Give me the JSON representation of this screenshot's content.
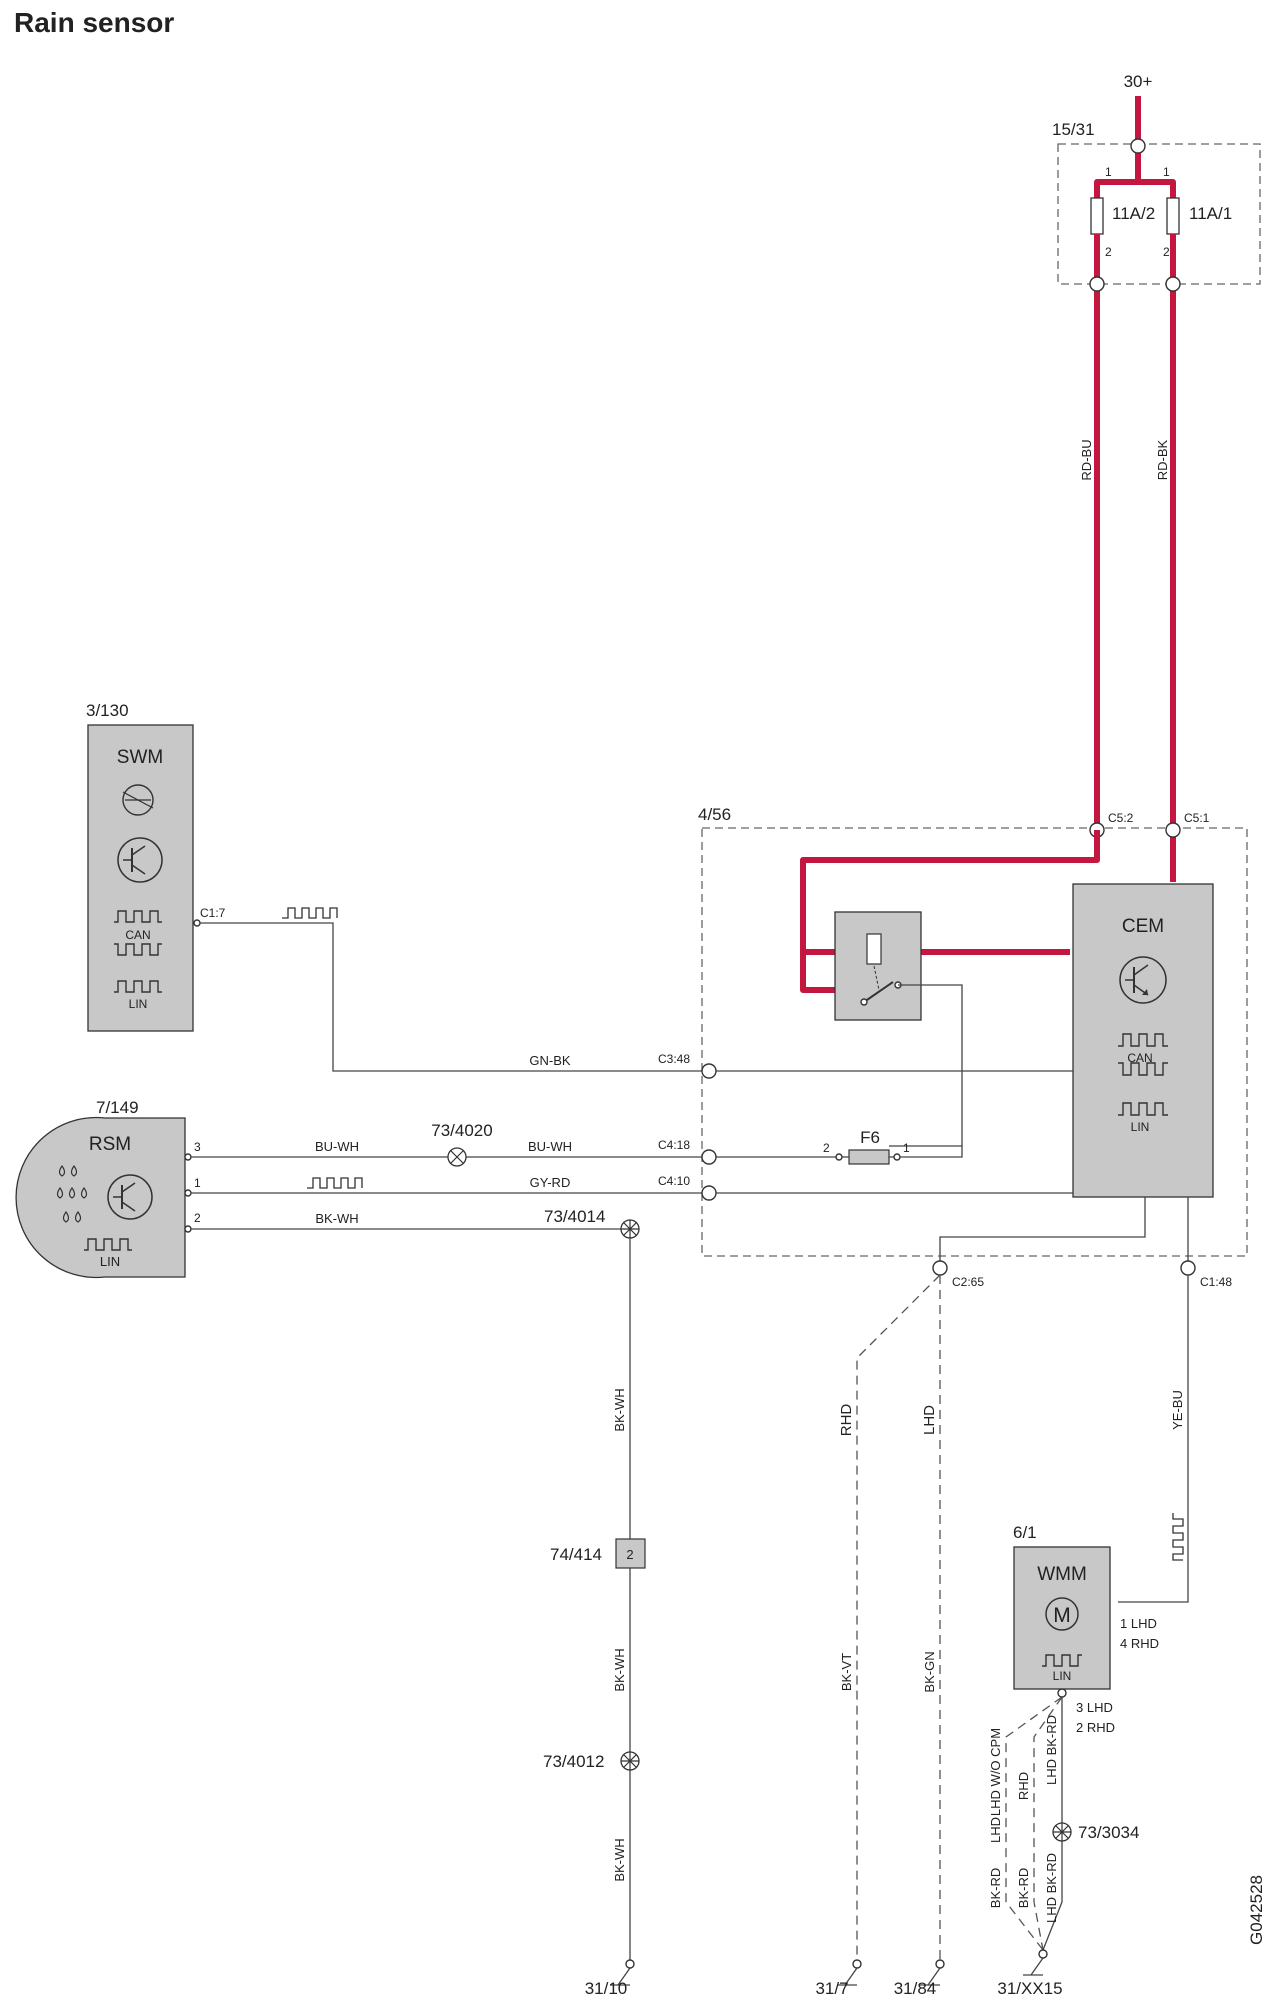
{
  "title": "Rain sensor",
  "image_id": "G042528",
  "supply": {
    "label": "30+"
  },
  "fuse_box": {
    "label": "15/31",
    "fuse_a": "11A/2",
    "fuse_b": "11A/1",
    "pin_in": "1",
    "pin_out": "2"
  },
  "power_wires": {
    "left": "RD-BU",
    "right": "RD-BK"
  },
  "swm": {
    "ref": "3/130",
    "name": "SWM",
    "can": "CAN",
    "lin": "LIN",
    "pin": "C1:7"
  },
  "rsm": {
    "ref": "7/149",
    "name": "RSM",
    "lin": "LIN",
    "pin3": "3",
    "pin1": "1",
    "pin2": "2"
  },
  "cem_box": {
    "ref": "4/56"
  },
  "cem": {
    "name": "CEM",
    "can": "CAN",
    "lin": "LIN",
    "pins": {
      "c5_2": "C5:2",
      "c5_1": "C5:1",
      "c3_48": "C3:48",
      "c4_18": "C4:18",
      "c4_10": "C4:10",
      "c2_65": "C2:65",
      "c1_48": "C1:48"
    }
  },
  "fuse_f6": {
    "name": "F6",
    "pin_left": "2",
    "pin_right": "1"
  },
  "wires": {
    "gn_bk": "GN-BK",
    "bu_wh_1": "BU-WH",
    "bu_wh_2": "BU-WH",
    "gy_rd": "GY-RD",
    "bk_wh_top": "BK-WH",
    "bk_wh_v1": "BK-WH",
    "bk_wh_v2": "BK-WH",
    "bk_wh_v3": "BK-WH",
    "rhd": "RHD",
    "lhd": "LHD",
    "bk_vt": "BK-VT",
    "bk_gn": "BK-GN",
    "ye_bu": "YE-BU"
  },
  "splices": {
    "s4020": "73/4020",
    "s4014": "73/4014",
    "s4012": "73/4012",
    "s3034": "73/3034"
  },
  "connector": {
    "ref": "74/414",
    "pin": "2"
  },
  "wmm": {
    "ref": "6/1",
    "name": "WMM",
    "motor": "M",
    "lin": "LIN",
    "pin_a1": "1 LHD",
    "pin_a2": "4 RHD",
    "pin_b1": "3 LHD",
    "pin_b2": "2 RHD"
  },
  "wmm_ground_labels": {
    "lhd_wo_cpm": "LHD  W/O CPM",
    "rhd": "RHD",
    "lhd_bkrd_top": "LHD  BK-RD",
    "lhd_v": "LHD",
    "bkrd_1": "BK-RD",
    "bkrd_2": "BK-RD",
    "lhd_bkrd_bot": "LHD  BK-RD"
  },
  "grounds": {
    "g1": "31/10",
    "g2": "31/7",
    "g3": "31/84",
    "g4": "31/XX15"
  }
}
